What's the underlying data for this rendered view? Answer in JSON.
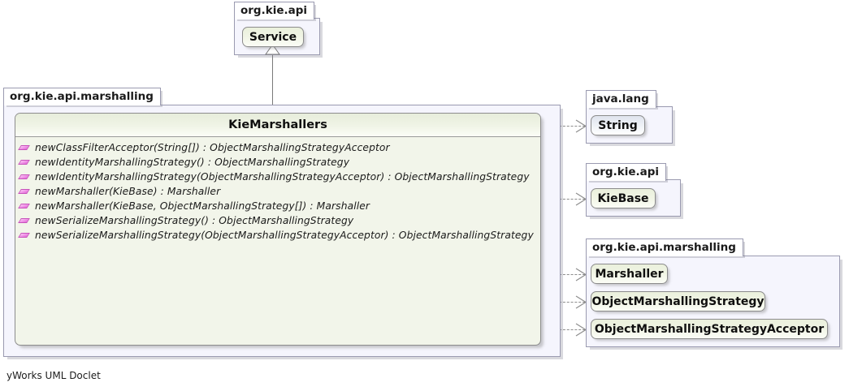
{
  "diagram": {
    "tool_footer": "yWorks UML Doclet",
    "colors": {
      "package_body": "#f5f5fd",
      "package_border": "#9a9ab0",
      "interface_fill": "#eef3e1",
      "class_fill": "#e6eaf2",
      "detail_body": "#f2f5ea",
      "method_icon": "#e26ad6",
      "connector": "#8d8d8d"
    }
  },
  "packages": {
    "top": {
      "label": "org.kie.api",
      "nodes": [
        {
          "name": "Service",
          "kind": "interface"
        }
      ]
    },
    "main": {
      "label": "org.kie.api.marshalling",
      "detail_class": {
        "title": "KieMarshallers",
        "kind": "interface",
        "members": [
          {
            "icon": "public-method-icon",
            "signature": "newClassFilterAcceptor(String[]) : ObjectMarshallingStrategyAcceptor"
          },
          {
            "icon": "public-method-icon",
            "signature": "newIdentityMarshallingStrategy() : ObjectMarshallingStrategy"
          },
          {
            "icon": "public-method-icon",
            "signature": "newIdentityMarshallingStrategy(ObjectMarshallingStrategyAcceptor) : ObjectMarshallingStrategy"
          },
          {
            "icon": "public-method-icon",
            "signature": "newMarshaller(KieBase) : Marshaller"
          },
          {
            "icon": "public-method-icon",
            "signature": "newMarshaller(KieBase, ObjectMarshallingStrategy[]) : Marshaller"
          },
          {
            "icon": "public-method-icon",
            "signature": "newSerializeMarshallingStrategy() : ObjectMarshallingStrategy"
          },
          {
            "icon": "public-method-icon",
            "signature": "newSerializeMarshallingStrategy(ObjectMarshallingStrategyAcceptor) : ObjectMarshallingStrategy"
          }
        ]
      }
    },
    "right_java_lang": {
      "label": "java.lang",
      "nodes": [
        {
          "name": "String",
          "kind": "class"
        }
      ]
    },
    "right_kie_api": {
      "label": "org.kie.api",
      "nodes": [
        {
          "name": "KieBase",
          "kind": "interface"
        }
      ]
    },
    "right_marshalling": {
      "label": "org.kie.api.marshalling",
      "nodes": [
        {
          "name": "Marshaller",
          "kind": "interface"
        },
        {
          "name": "ObjectMarshallingStrategy",
          "kind": "interface"
        },
        {
          "name": "ObjectMarshallingStrategyAcceptor",
          "kind": "interface"
        }
      ]
    }
  },
  "relationships": [
    {
      "type": "generalization",
      "from": "KieMarshallers",
      "to": "Service"
    },
    {
      "type": "dependency",
      "from": "KieMarshallers",
      "to": "String"
    },
    {
      "type": "dependency",
      "from": "KieMarshallers",
      "to": "KieBase"
    },
    {
      "type": "dependency",
      "from": "KieMarshallers",
      "to": "Marshaller"
    },
    {
      "type": "dependency",
      "from": "KieMarshallers",
      "to": "ObjectMarshallingStrategy"
    },
    {
      "type": "dependency",
      "from": "KieMarshallers",
      "to": "ObjectMarshallingStrategyAcceptor"
    }
  ]
}
